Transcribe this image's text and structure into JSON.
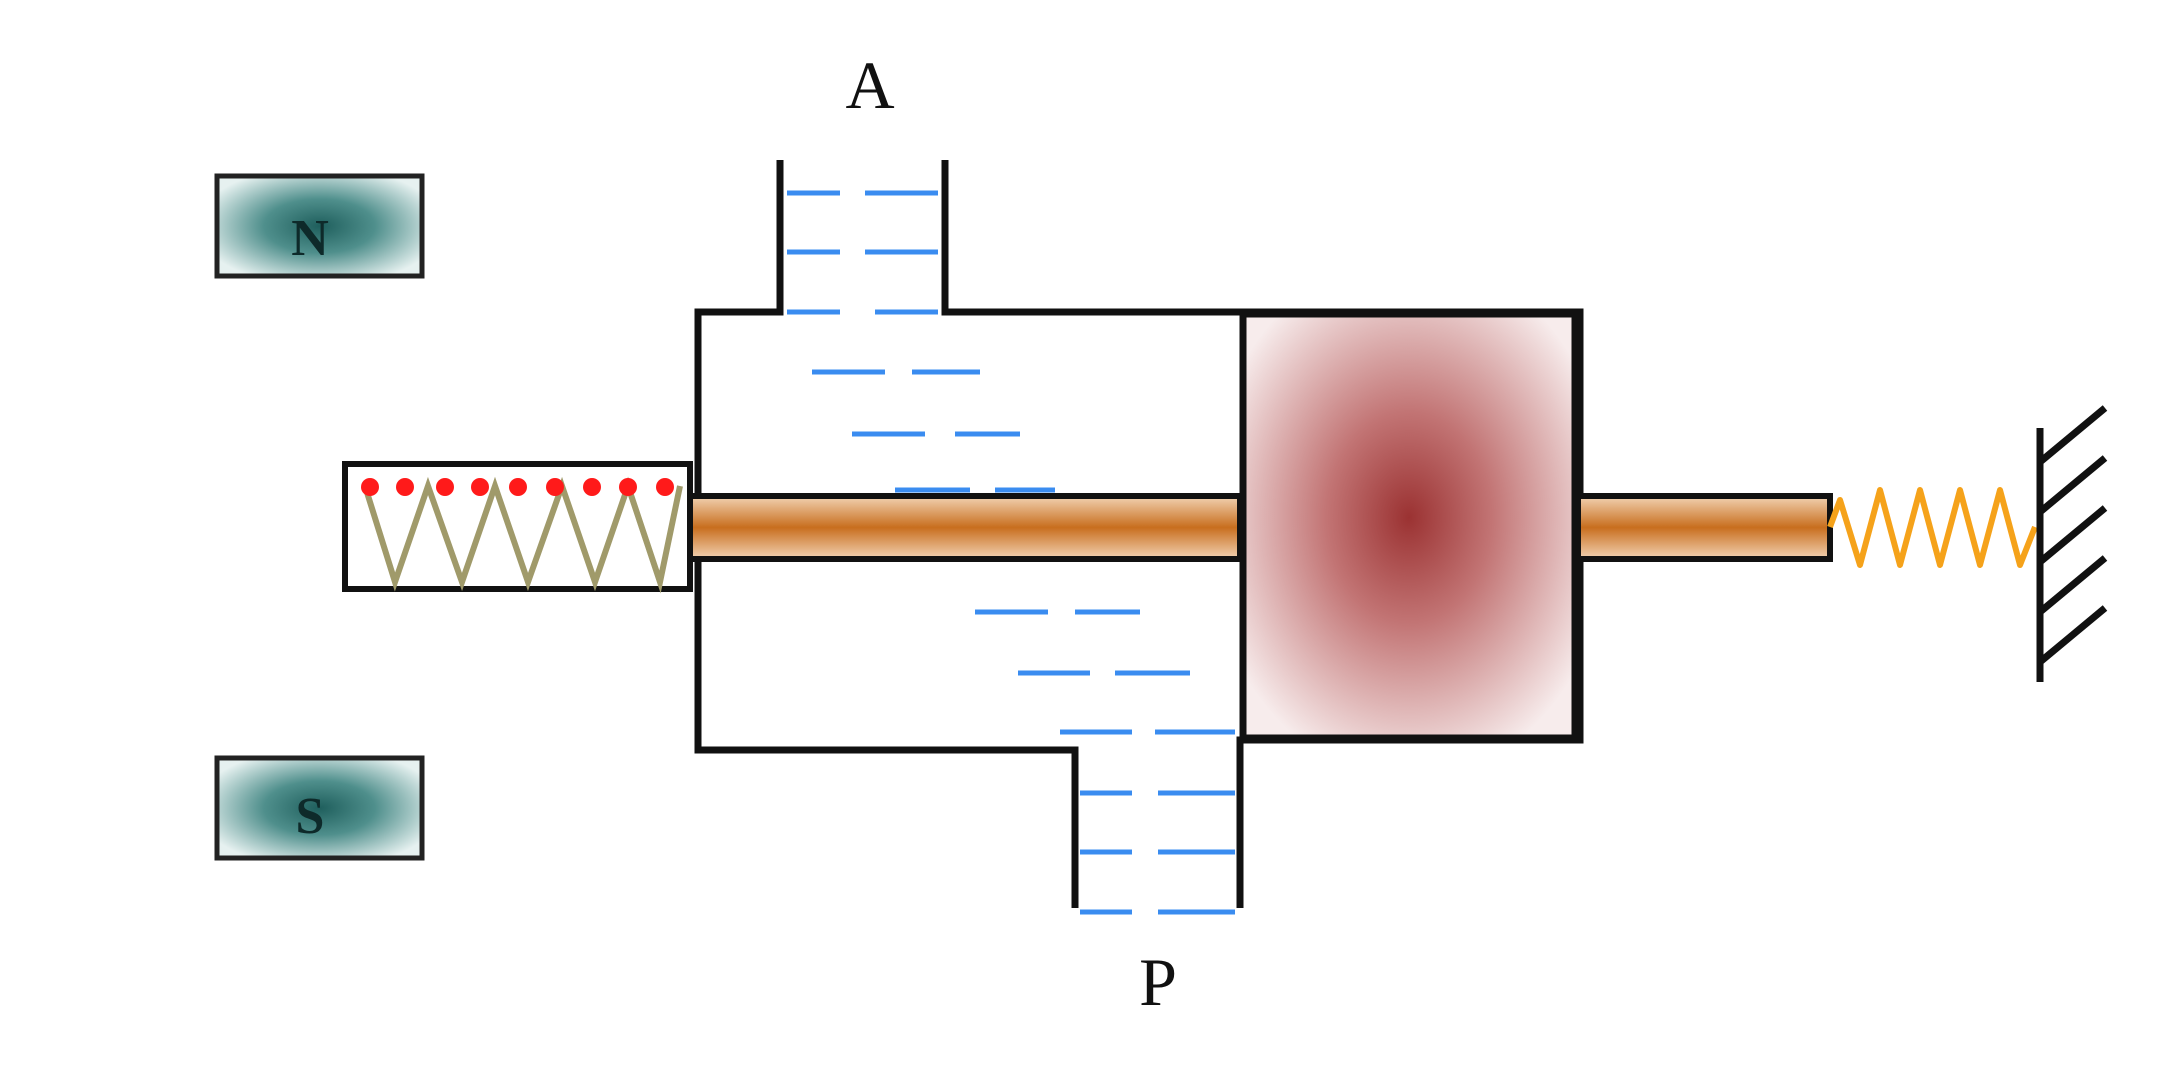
{
  "labels": {
    "port_a": "A",
    "port_p": "P",
    "pole_north": "N",
    "pole_south": "S"
  },
  "colors": {
    "outline": "#111111",
    "fluid_dash": "#3a8cf0",
    "rod": "#c86e1e",
    "spool": "#a23a3a",
    "magnet": "#2f7472",
    "coil_wire": "#a09a6a",
    "coil_dots": "#ff1a1a",
    "return_spring": "#f5a21a"
  }
}
